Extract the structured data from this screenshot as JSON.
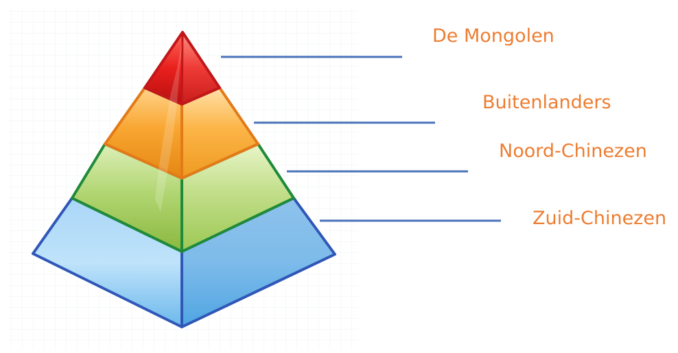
{
  "pyramid": {
    "tiers": [
      {
        "label": "De Mongolen",
        "color": "#E8201E"
      },
      {
        "label": "Buitenlanders",
        "color": "#F5A020"
      },
      {
        "label": "Noord-Chinezen",
        "color": "#9CC54A"
      },
      {
        "label": "Zuid-Chinezen",
        "color": "#5CA8E3"
      }
    ]
  },
  "colors": {
    "label_text": "#ED7D31",
    "leader_line": "#4A72B8",
    "grid": "#EEF0F2"
  }
}
